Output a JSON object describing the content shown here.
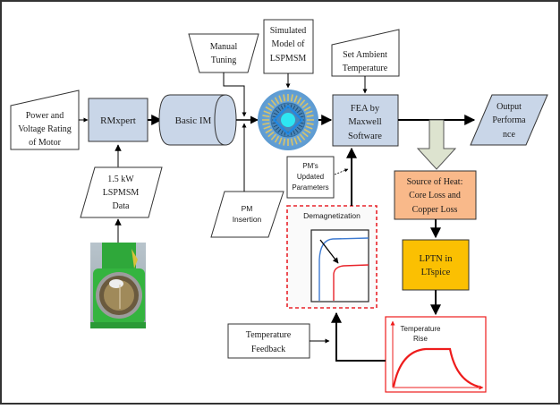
{
  "diagram": {
    "title": "LSPMSM design and thermal demagnetization analysis flow",
    "nodes": {
      "power_rating": {
        "lines": [
          "Power and",
          "Voltage Rating",
          "of Motor"
        ],
        "shape": "manual-input"
      },
      "rmxpert": {
        "lines": [
          "RMxpert"
        ],
        "shape": "process"
      },
      "basic_im": {
        "lines": [
          "Basic IM"
        ],
        "shape": "stored-data"
      },
      "manual_tuning": {
        "lines": [
          "Manual",
          "Tuning"
        ],
        "shape": "manual-operation"
      },
      "simulated_model": {
        "lines": [
          "Simulated",
          "Model of",
          "LSPMSM"
        ],
        "shape": "annotation"
      },
      "motor_cross_section": {
        "label": "LSPMSM cross-section",
        "shape": "image"
      },
      "set_ambient": {
        "lines": [
          "Set Ambient",
          "Temperature"
        ],
        "shape": "manual-input"
      },
      "fea_maxwell": {
        "lines": [
          "FEA by",
          "Maxwell",
          "Software"
        ],
        "shape": "process"
      },
      "output_performance": {
        "lines": [
          "Output",
          "Performa",
          "nce"
        ],
        "shape": "data"
      },
      "lspmsm_data": {
        "lines": [
          "1.5 kW",
          "LSPMSM",
          "Data"
        ],
        "shape": "data"
      },
      "motor_photo": {
        "label": "1.5 kW motor photo",
        "shape": "image"
      },
      "pm_insertion": {
        "lines": [
          "PM",
          "Insertion"
        ],
        "shape": "data"
      },
      "pm_updated": {
        "lines": [
          "PM's",
          "Updated",
          "Parameters"
        ],
        "shape": "annotation"
      },
      "source_of_heat": {
        "lines": [
          "Source of Heat:",
          "Core Loss and",
          "Copper Loss"
        ],
        "shape": "process"
      },
      "lptn": {
        "lines": [
          "LPTN in",
          "LTspice"
        ],
        "shape": "process"
      },
      "demagnetization": {
        "title": "Demagnetization",
        "shape": "dashed-group"
      },
      "temperature_rise": {
        "lines": [
          "Temperature",
          "Rise"
        ],
        "shape": "plot"
      },
      "temperature_feedback": {
        "lines": [
          "Temperature",
          "Feedback"
        ],
        "shape": "annotation"
      }
    },
    "edges": [
      {
        "from": "power_rating",
        "to": "rmxpert"
      },
      {
        "from": "lspmsm_data",
        "to": "rmxpert"
      },
      {
        "from": "motor_photo",
        "to": "lspmsm_data"
      },
      {
        "from": "rmxpert",
        "to": "basic_im"
      },
      {
        "from": "basic_im",
        "to": "motor_cross_section"
      },
      {
        "from": "manual_tuning",
        "to": "motor_cross_section"
      },
      {
        "from": "pm_insertion",
        "to": "motor_cross_section"
      },
      {
        "from": "simulated_model",
        "to": "motor_cross_section"
      },
      {
        "from": "motor_cross_section",
        "to": "fea_maxwell"
      },
      {
        "from": "set_ambient",
        "to": "fea_maxwell"
      },
      {
        "from": "fea_maxwell",
        "to": "output_performance"
      },
      {
        "from": "fea_maxwell",
        "to": "source_of_heat"
      },
      {
        "from": "source_of_heat",
        "to": "lptn"
      },
      {
        "from": "lptn",
        "to": "temperature_rise"
      },
      {
        "from": "temperature_rise",
        "to": "demagnetization"
      },
      {
        "from": "temperature_feedback",
        "to": "demagnetization"
      },
      {
        "from": "demagnetization",
        "to": "fea_maxwell"
      },
      {
        "from": "pm_updated",
        "to": "fea_maxwell"
      }
    ],
    "colors": {
      "process_fill": "#c9d6e8",
      "heat_fill": "#f9b98a",
      "lptn_fill": "#fbc002",
      "big_arrow_fill": "#dde3cf",
      "demag_border": "#e8232a",
      "curve_blue": "#3f7bd1",
      "curve_red": "#e8232a",
      "temp_rise": "#ee1c1c"
    }
  }
}
